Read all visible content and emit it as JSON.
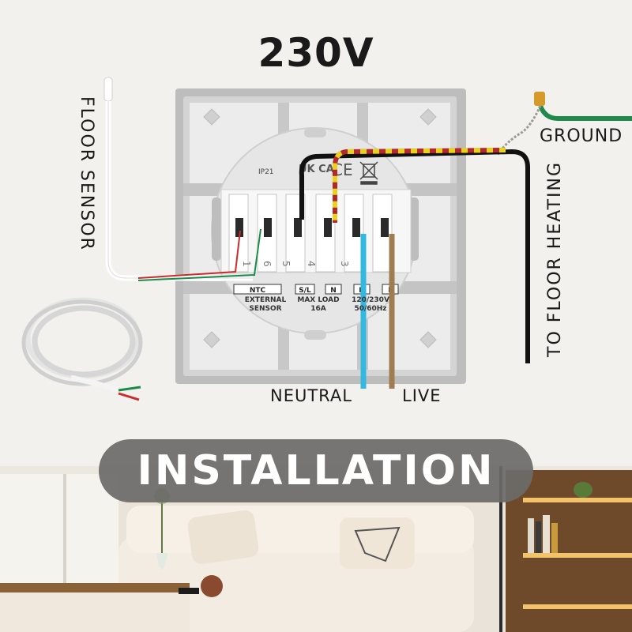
{
  "title": "230V",
  "labels": {
    "ground": "GROUND",
    "floor_sensor": "FLOOR SENSOR",
    "to_floor_heating": "TO FLOOR HEATING",
    "neutral": "NEUTRAL",
    "live": "LIVE"
  },
  "device": {
    "ip_rating": "IP21",
    "terminal_tags": [
      "NTC",
      "S/L",
      "N",
      "N",
      "L"
    ],
    "terminal_numbers": [
      "1",
      "6",
      "5",
      "4",
      "3"
    ],
    "external_sensor": "EXTERNAL\nSENSOR",
    "max_load": "MAX LOAD\n16A",
    "voltage": "120/230V\n50/60Hz",
    "marks": [
      "UK CA",
      "CE"
    ]
  },
  "banner": "INSTALLATION",
  "colors": {
    "neutral_wire": "#33b8e0",
    "live_wire": "#a07c52",
    "ground_wire": "#1f8a4c",
    "heating_wire": "#111111",
    "heating_stripe": "#e8d21e",
    "heating_core": "#b3282a",
    "sensor_cable": "#ffffff",
    "banner_bg": "#6b6a68"
  },
  "icons": [
    "wheelie-bin-icon",
    "floor-sensor-cable-coil",
    "living-room-photo"
  ]
}
